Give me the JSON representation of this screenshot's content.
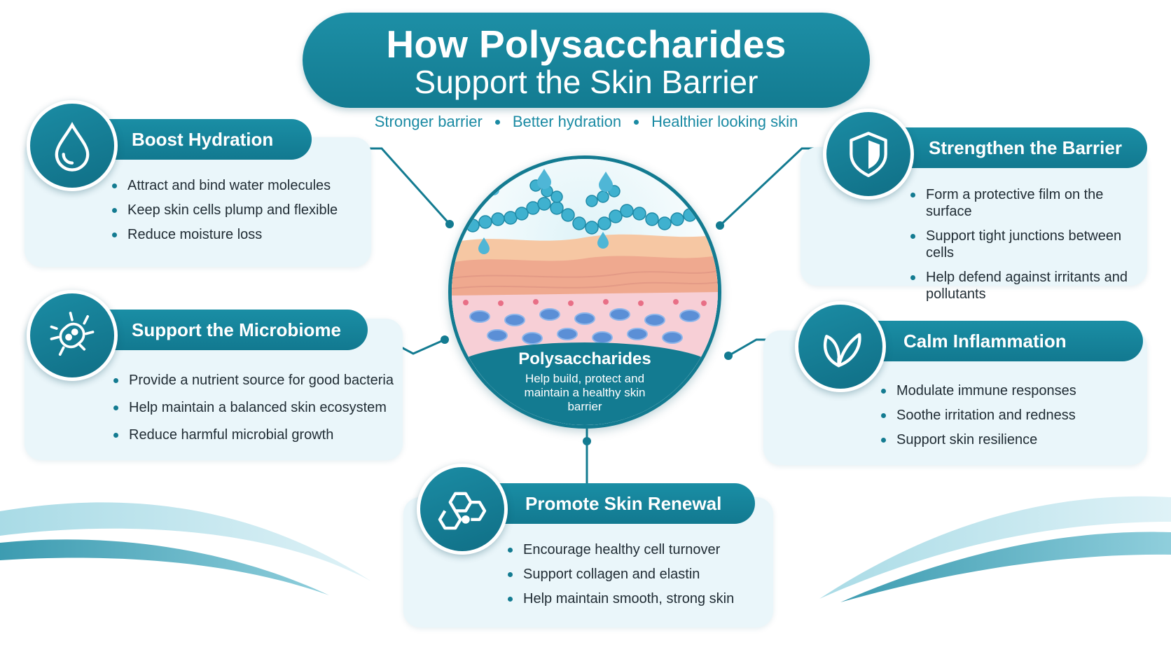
{
  "title": {
    "main": "How Polysaccharides",
    "sub": "Support the Skin Barrier"
  },
  "tagline": [
    "Stronger barrier",
    "Better hydration",
    "Healthier looking skin"
  ],
  "center": {
    "title": "Polysaccharides",
    "description": "Help build, protect and maintain a healthy skin barrier"
  },
  "benefits": {
    "hydration": {
      "icon": "water-drop-icon",
      "title": "Boost Hydration",
      "points": [
        "Attract and bind water molecules",
        "Keep skin cells plump and flexible",
        "Reduce moisture loss"
      ]
    },
    "microbiome": {
      "icon": "bacteria-icon",
      "title": "Support the Microbiome",
      "points": [
        "Provide a nutrient source for good bacteria",
        "Help maintain a balanced skin ecosystem",
        "Reduce harmful microbial growth"
      ]
    },
    "barrier": {
      "icon": "shield-icon",
      "title": "Strengthen the Barrier",
      "points": [
        "Form a protective film on the surface",
        "Support tight junctions between cells",
        "Help defend against irritants and pollutants"
      ]
    },
    "inflammation": {
      "icon": "leaf-icon",
      "title": "Calm Inflammation",
      "points": [
        "Modulate immune responses",
        "Soothe irritation and redness",
        "Support skin resilience"
      ]
    },
    "renewal": {
      "icon": "molecule-icon",
      "title": "Promote Skin Renewal",
      "points": [
        "Encourage healthy cell turnover",
        "Support collagen and elastin",
        "Help maintain smooth, strong skin"
      ]
    }
  },
  "colors": {
    "primary": "#137b91",
    "card": "#eaf6fa",
    "accent": "#1a8aa3"
  }
}
